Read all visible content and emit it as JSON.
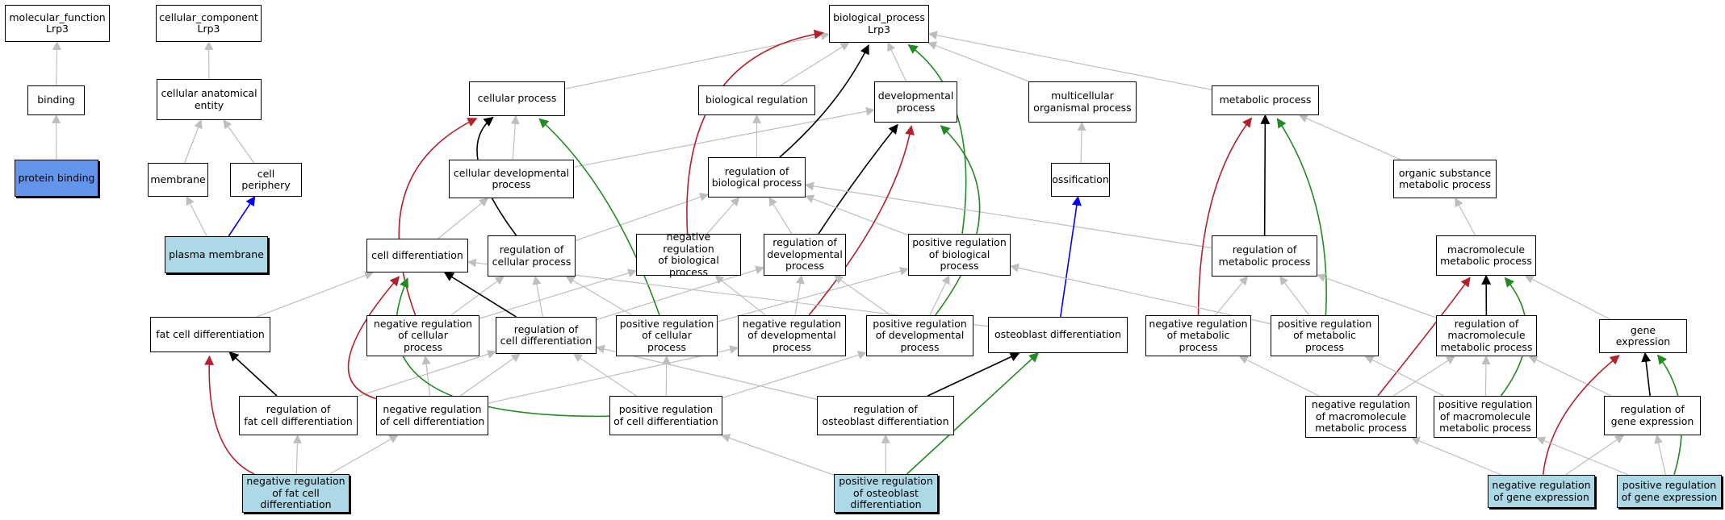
{
  "colors": {
    "gray": "#bebebe",
    "black": "#000000",
    "red": "#b2222c",
    "green": "#228b22",
    "blue": "#0000ff",
    "query_fill": "#6495ed",
    "annotated_fill": "#add8e6",
    "node_fill": "#ffffff"
  },
  "nodes": [
    {
      "id": "mf",
      "label": "molecular_function\nLrp3",
      "fill": "white"
    },
    {
      "id": "cc",
      "label": "cellular_component\nLrp3",
      "fill": "white"
    },
    {
      "id": "bp",
      "label": "biological_process\nLrp3",
      "fill": "white"
    },
    {
      "id": "binding",
      "label": "binding",
      "fill": "white"
    },
    {
      "id": "cae",
      "label": "cellular anatomical\nentity",
      "fill": "white"
    },
    {
      "id": "cp",
      "label": "cellular process",
      "fill": "white"
    },
    {
      "id": "breg",
      "label": "biological regulation",
      "fill": "white"
    },
    {
      "id": "devp",
      "label": "developmental\nprocess",
      "fill": "white"
    },
    {
      "id": "mop",
      "label": "multicellular\norganismal process",
      "fill": "white"
    },
    {
      "id": "metp",
      "label": "metabolic process",
      "fill": "white"
    },
    {
      "id": "pb",
      "label": "protein binding",
      "fill": "query"
    },
    {
      "id": "membrane",
      "label": "membrane",
      "fill": "white"
    },
    {
      "id": "cperiph",
      "label": "cell periphery",
      "fill": "white"
    },
    {
      "id": "cdp",
      "label": "cellular developmental\nprocess",
      "fill": "white"
    },
    {
      "id": "rbp",
      "label": "regulation of\nbiological process",
      "fill": "white"
    },
    {
      "id": "ossif",
      "label": "ossification",
      "fill": "white"
    },
    {
      "id": "osmp",
      "label": "organic substance\nmetabolic process",
      "fill": "white"
    },
    {
      "id": "pm",
      "label": "plasma membrane",
      "fill": "annotated"
    },
    {
      "id": "celldiff",
      "label": "cell differentiation",
      "fill": "white"
    },
    {
      "id": "rcp",
      "label": "regulation of\ncellular process",
      "fill": "white"
    },
    {
      "id": "nrbp",
      "label": "negative regulation\nof biological\nprocess",
      "fill": "white"
    },
    {
      "id": "rdp",
      "label": "regulation of\ndevelopmental\nprocess",
      "fill": "white"
    },
    {
      "id": "prbp",
      "label": "positive regulation\nof biological\nprocess",
      "fill": "white"
    },
    {
      "id": "rmp",
      "label": "regulation of\nmetabolic process",
      "fill": "white"
    },
    {
      "id": "mmp",
      "label": "macromolecule\nmetabolic process",
      "fill": "white"
    },
    {
      "id": "fcd",
      "label": "fat cell differentiation",
      "fill": "white"
    },
    {
      "id": "nrcp",
      "label": "negative regulation\nof cellular\nprocess",
      "fill": "white"
    },
    {
      "id": "rcd",
      "label": "regulation of\ncell differentiation",
      "fill": "white"
    },
    {
      "id": "prcp",
      "label": "positive regulation\nof cellular\nprocess",
      "fill": "white"
    },
    {
      "id": "nrdp",
      "label": "negative regulation\nof developmental\nprocess",
      "fill": "white"
    },
    {
      "id": "prdp",
      "label": "positive regulation\nof developmental\nprocess",
      "fill": "white"
    },
    {
      "id": "obd",
      "label": "osteoblast differentiation",
      "fill": "white"
    },
    {
      "id": "nrmp",
      "label": "negative regulation\nof metabolic\nprocess",
      "fill": "white"
    },
    {
      "id": "prmp",
      "label": "positive regulation\nof metabolic\nprocess",
      "fill": "white"
    },
    {
      "id": "rmmp",
      "label": "regulation of\nmacromolecule\nmetabolic process",
      "fill": "white"
    },
    {
      "id": "ge",
      "label": "gene expression",
      "fill": "white"
    },
    {
      "id": "rfcd",
      "label": "regulation of\nfat cell differentiation",
      "fill": "white"
    },
    {
      "id": "nrcd",
      "label": "negative regulation\nof cell differentiation",
      "fill": "white"
    },
    {
      "id": "prcd",
      "label": "positive regulation\nof cell differentiation",
      "fill": "white"
    },
    {
      "id": "rod",
      "label": "regulation of\nosteoblast differentiation",
      "fill": "white"
    },
    {
      "id": "nrmmp",
      "label": "negative regulation\nof macromolecule\nmetabolic process",
      "fill": "white"
    },
    {
      "id": "prmmp",
      "label": "positive regulation\nof macromolecule\nmetabolic process",
      "fill": "white"
    },
    {
      "id": "rge",
      "label": "regulation of\ngene expression",
      "fill": "white"
    },
    {
      "id": "nrfcd",
      "label": "negative regulation\nof fat cell\ndifferentiation",
      "fill": "annotated"
    },
    {
      "id": "prod",
      "label": "positive regulation\nof osteoblast\ndifferentiation",
      "fill": "annotated"
    },
    {
      "id": "nrge",
      "label": "negative regulation\nof gene expression",
      "fill": "annotated"
    },
    {
      "id": "prge",
      "label": "positive regulation\nof gene expression",
      "fill": "annotated"
    }
  ],
  "edges": [
    {
      "from": "binding",
      "to": "mf",
      "kind": "is_a"
    },
    {
      "from": "pb",
      "to": "binding",
      "kind": "is_a"
    },
    {
      "from": "cae",
      "to": "cc",
      "kind": "is_a"
    },
    {
      "from": "membrane",
      "to": "cae",
      "kind": "is_a"
    },
    {
      "from": "cperiph",
      "to": "cae",
      "kind": "is_a"
    },
    {
      "from": "pm",
      "to": "membrane",
      "kind": "is_a"
    },
    {
      "from": "pm",
      "to": "cperiph",
      "kind": "part_of"
    },
    {
      "from": "cp",
      "to": "bp",
      "kind": "is_a"
    },
    {
      "from": "breg",
      "to": "bp",
      "kind": "is_a"
    },
    {
      "from": "devp",
      "to": "bp",
      "kind": "is_a"
    },
    {
      "from": "mop",
      "to": "bp",
      "kind": "is_a"
    },
    {
      "from": "metp",
      "to": "bp",
      "kind": "is_a"
    },
    {
      "from": "cdp",
      "to": "cp",
      "kind": "is_a"
    },
    {
      "from": "cdp",
      "to": "devp",
      "kind": "is_a"
    },
    {
      "from": "rbp",
      "to": "breg",
      "kind": "is_a"
    },
    {
      "from": "rbp",
      "to": "bp",
      "kind": "regulates"
    },
    {
      "from": "ossif",
      "to": "mop",
      "kind": "is_a"
    },
    {
      "from": "osmp",
      "to": "metp",
      "kind": "is_a"
    },
    {
      "from": "celldiff",
      "to": "cdp",
      "kind": "is_a"
    },
    {
      "from": "rcp",
      "to": "cp",
      "kind": "regulates"
    },
    {
      "from": "rcp",
      "to": "rbp",
      "kind": "is_a"
    },
    {
      "from": "nrbp",
      "to": "rbp",
      "kind": "is_a"
    },
    {
      "from": "nrbp",
      "to": "bp",
      "kind": "negatively_regulates"
    },
    {
      "from": "rdp",
      "to": "rbp",
      "kind": "is_a"
    },
    {
      "from": "rdp",
      "to": "devp",
      "kind": "regulates"
    },
    {
      "from": "prbp",
      "to": "rbp",
      "kind": "is_a"
    },
    {
      "from": "prbp",
      "to": "bp",
      "kind": "positively_regulates"
    },
    {
      "from": "rmp",
      "to": "rbp",
      "kind": "is_a"
    },
    {
      "from": "rmp",
      "to": "metp",
      "kind": "regulates"
    },
    {
      "from": "mmp",
      "to": "osmp",
      "kind": "is_a"
    },
    {
      "from": "fcd",
      "to": "celldiff",
      "kind": "is_a"
    },
    {
      "from": "nrcp",
      "to": "rcp",
      "kind": "is_a"
    },
    {
      "from": "nrcp",
      "to": "nrbp",
      "kind": "is_a"
    },
    {
      "from": "nrcp",
      "to": "cp",
      "kind": "negatively_regulates"
    },
    {
      "from": "rcd",
      "to": "rcp",
      "kind": "is_a"
    },
    {
      "from": "rcd",
      "to": "rdp",
      "kind": "is_a"
    },
    {
      "from": "rcd",
      "to": "celldiff",
      "kind": "regulates"
    },
    {
      "from": "prcp",
      "to": "rcp",
      "kind": "is_a"
    },
    {
      "from": "prcp",
      "to": "prbp",
      "kind": "is_a"
    },
    {
      "from": "prcp",
      "to": "cp",
      "kind": "positively_regulates"
    },
    {
      "from": "nrdp",
      "to": "nrbp",
      "kind": "is_a"
    },
    {
      "from": "nrdp",
      "to": "rdp",
      "kind": "is_a"
    },
    {
      "from": "nrdp",
      "to": "devp",
      "kind": "negatively_regulates"
    },
    {
      "from": "prdp",
      "to": "prbp",
      "kind": "is_a"
    },
    {
      "from": "prdp",
      "to": "rdp",
      "kind": "is_a"
    },
    {
      "from": "prdp",
      "to": "devp",
      "kind": "positively_regulates"
    },
    {
      "from": "obd",
      "to": "ossif",
      "kind": "part_of"
    },
    {
      "from": "obd",
      "to": "celldiff",
      "kind": "is_a"
    },
    {
      "from": "nrmp",
      "to": "rmp",
      "kind": "is_a"
    },
    {
      "from": "nrmp",
      "to": "metp",
      "kind": "negatively_regulates"
    },
    {
      "from": "prmp",
      "to": "rmp",
      "kind": "is_a"
    },
    {
      "from": "prmp",
      "to": "prbp",
      "kind": "is_a"
    },
    {
      "from": "prmp",
      "to": "metp",
      "kind": "positively_regulates"
    },
    {
      "from": "rmmp",
      "to": "rmp",
      "kind": "is_a"
    },
    {
      "from": "rmmp",
      "to": "mmp",
      "kind": "regulates"
    },
    {
      "from": "ge",
      "to": "mmp",
      "kind": "is_a"
    },
    {
      "from": "rfcd",
      "to": "rcd",
      "kind": "is_a"
    },
    {
      "from": "rfcd",
      "to": "fcd",
      "kind": "regulates"
    },
    {
      "from": "nrcd",
      "to": "nrcp",
      "kind": "is_a"
    },
    {
      "from": "nrcd",
      "to": "rcd",
      "kind": "is_a"
    },
    {
      "from": "nrcd",
      "to": "nrdp",
      "kind": "is_a"
    },
    {
      "from": "nrcd",
      "to": "celldiff",
      "kind": "negatively_regulates"
    },
    {
      "from": "prcd",
      "to": "rcd",
      "kind": "is_a"
    },
    {
      "from": "prcd",
      "to": "prcp",
      "kind": "is_a"
    },
    {
      "from": "prcd",
      "to": "prdp",
      "kind": "is_a"
    },
    {
      "from": "prcd",
      "to": "celldiff",
      "kind": "positively_regulates"
    },
    {
      "from": "rod",
      "to": "rcd",
      "kind": "is_a"
    },
    {
      "from": "rod",
      "to": "obd",
      "kind": "regulates"
    },
    {
      "from": "nrmmp",
      "to": "nrmp",
      "kind": "is_a"
    },
    {
      "from": "nrmmp",
      "to": "rmmp",
      "kind": "is_a"
    },
    {
      "from": "nrmmp",
      "to": "mmp",
      "kind": "negatively_regulates"
    },
    {
      "from": "prmmp",
      "to": "prmp",
      "kind": "is_a"
    },
    {
      "from": "prmmp",
      "to": "rmmp",
      "kind": "is_a"
    },
    {
      "from": "prmmp",
      "to": "mmp",
      "kind": "positively_regulates"
    },
    {
      "from": "rge",
      "to": "rmmp",
      "kind": "is_a"
    },
    {
      "from": "rge",
      "to": "ge",
      "kind": "regulates"
    },
    {
      "from": "nrfcd",
      "to": "rfcd",
      "kind": "is_a"
    },
    {
      "from": "nrfcd",
      "to": "nrcd",
      "kind": "is_a"
    },
    {
      "from": "nrfcd",
      "to": "fcd",
      "kind": "negatively_regulates"
    },
    {
      "from": "prod",
      "to": "rod",
      "kind": "is_a"
    },
    {
      "from": "prod",
      "to": "prcd",
      "kind": "is_a"
    },
    {
      "from": "prod",
      "to": "obd",
      "kind": "positively_regulates"
    },
    {
      "from": "nrge",
      "to": "rge",
      "kind": "is_a"
    },
    {
      "from": "nrge",
      "to": "nrmmp",
      "kind": "is_a"
    },
    {
      "from": "nrge",
      "to": "ge",
      "kind": "negatively_regulates"
    },
    {
      "from": "prge",
      "to": "rge",
      "kind": "is_a"
    },
    {
      "from": "prge",
      "to": "prmmp",
      "kind": "is_a"
    },
    {
      "from": "prge",
      "to": "ge",
      "kind": "positively_regulates"
    }
  ]
}
